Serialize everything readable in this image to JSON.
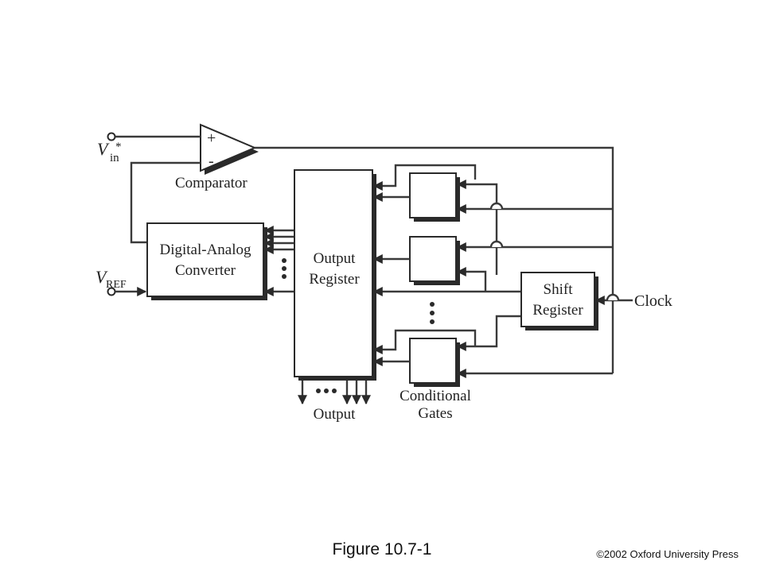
{
  "diagram": {
    "labels": {
      "vin_main": "V",
      "vin_sub": "in",
      "vin_sup": "*",
      "vref_main": "V",
      "vref_sub": "REF",
      "comparator": "Comparator",
      "plus": "+",
      "minus": "-",
      "dac_line1": "Digital-Analog",
      "dac_line2": "Converter",
      "outreg_line1": "Output",
      "outreg_line2": "Register",
      "shift_line1": "Shift",
      "shift_line2": "Register",
      "clock": "Clock",
      "output": "Output",
      "gates_line1": "Conditional",
      "gates_line2": "Gates"
    },
    "colors": {
      "ink": "#2a2a2a",
      "background": "#ffffff"
    }
  },
  "caption": "Figure 10.7-1",
  "copyright": "©2002 Oxford University Press"
}
